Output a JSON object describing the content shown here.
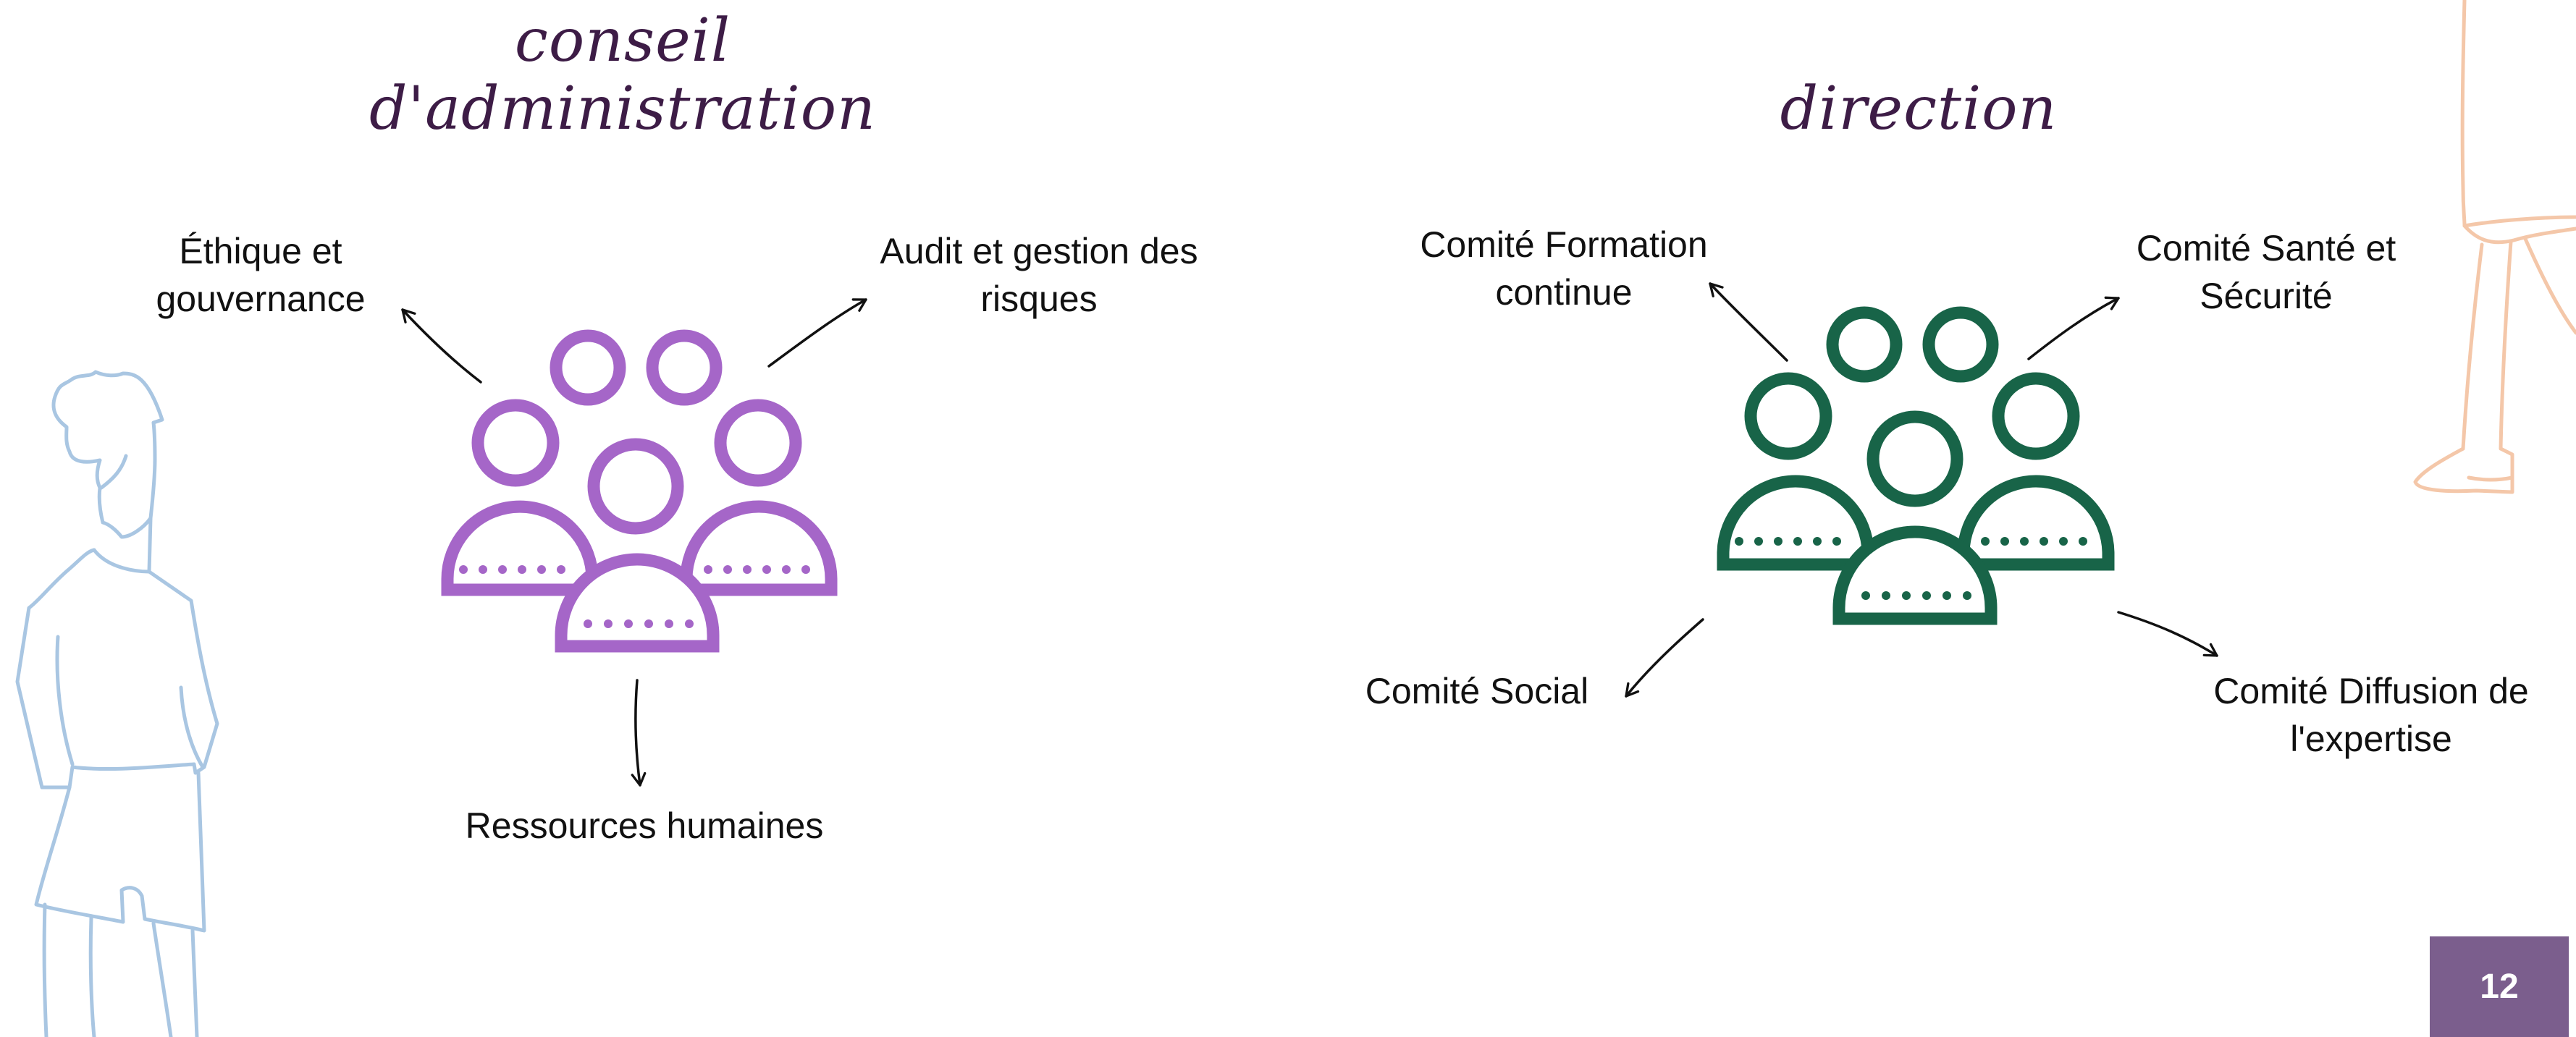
{
  "left_group": {
    "heading_line1": "conseil",
    "heading_line2": "d'administration",
    "color": "#a566c8",
    "labels": {
      "ethique": [
        "Éthique et",
        "gouvernance"
      ],
      "audit": [
        "Audit et gestion des",
        "risques"
      ],
      "rh": [
        "Ressources humaines"
      ]
    }
  },
  "right_group": {
    "heading": "direction",
    "color": "#186448",
    "labels": {
      "formation": [
        "Comité Formation",
        "continue"
      ],
      "sante": [
        "Comité Santé et",
        "Sécurité"
      ],
      "social": [
        "Comité Social"
      ],
      "diffusion": [
        "Comité Diffusion de",
        "l'expertise"
      ]
    }
  },
  "icons": {
    "left_people": "people-group-icon",
    "right_people": "people-group-icon",
    "left_figure": "person-illustration-icon",
    "right_figure": "person-leg-illustration-icon"
  },
  "heading_color": "#3d1c46",
  "page_number": "12",
  "page_badge_color": "#7b5e8d"
}
